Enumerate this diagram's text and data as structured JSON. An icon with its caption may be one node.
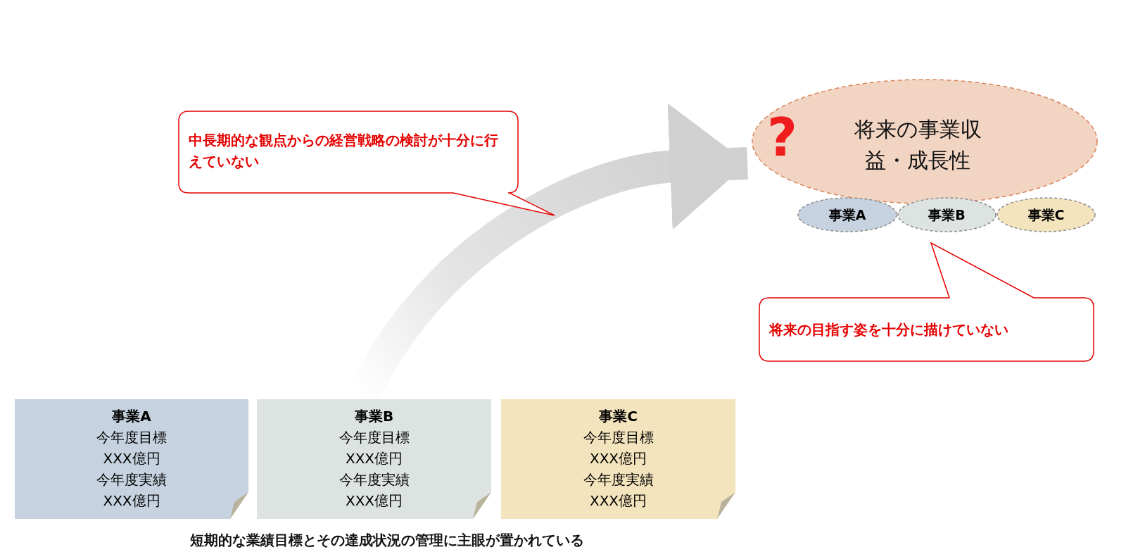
{
  "diagram": {
    "caption": "短期的な業績目標とその達成状況の管理に主眼が置かれている",
    "nodes": [
      {
        "text": [
          "事業A",
          "今年度目標",
          "XXX億円",
          "今年度実績",
          "XXX億円"
        ]
      },
      {
        "text": [
          "事業B",
          "今年度目標",
          "XXX億円",
          "今年度実績",
          "XXX億円"
        ]
      },
      {
        "text": [
          "事業C",
          "今年度目標",
          "XXX億円",
          "今年度実績",
          "XXX億円"
        ]
      },
      {
        "text": [
          "?",
          "将来の事業収益・成長性"
        ]
      },
      {
        "text": [
          "事業A"
        ]
      },
      {
        "text": [
          "事業B"
        ]
      },
      {
        "text": [
          "事業C"
        ]
      },
      {
        "text": [
          "中長期的な観点からの経営戦略の検討が十分に行えていない"
        ]
      },
      {
        "text": [
          "将来の目指す姿を十分に描けていない"
        ]
      }
    ],
    "edges": [
      {
        "from": 1,
        "to": 3,
        "arrow": "to",
        "style": "thick",
        "color": "#d0d0d0"
      }
    ]
  }
}
